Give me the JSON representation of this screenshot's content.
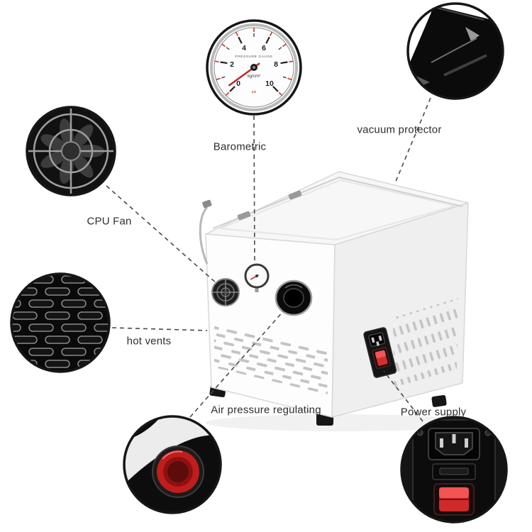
{
  "labels": {
    "barometric": "Barometric",
    "vacuum_protector": "vacuum protector",
    "cpu_fan": "CPU Fan",
    "hot_vents": "hot vents",
    "air_pressure": "Air pressure regulating",
    "power_supply": "Power supply"
  },
  "gauge": {
    "title": "PRESSURE GAUGE",
    "unit": "kg/cm²",
    "unit2": "psi",
    "ticks": [
      "0",
      "2",
      "4",
      "6",
      "8",
      "10"
    ]
  },
  "colors": {
    "leader_line": "#4a4a4a",
    "callout_ring": "#161616",
    "accent_red": "#d42f2f",
    "machine_white": "#fdfdfd"
  }
}
